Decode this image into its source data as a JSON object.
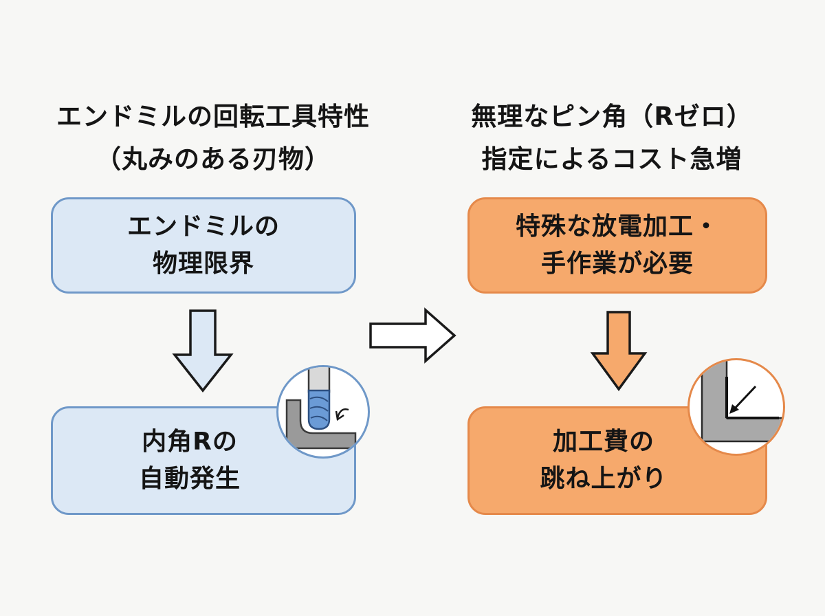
{
  "left": {
    "heading": [
      "エンドミルの回転工具特性",
      "（丸みのある刃物）"
    ],
    "top_box": [
      "エンドミルの",
      "物理限界"
    ],
    "bottom_box": [
      "内角Rの",
      "自動発生"
    ]
  },
  "right": {
    "heading": [
      "無理なピン角（Rゼロ）",
      "指定によるコスト急増"
    ],
    "top_box": [
      "特殊な放電加工・",
      "手作業が必要"
    ],
    "bottom_box": [
      "加工費の",
      "跳ね上がり"
    ]
  },
  "icons": {
    "left_inset": "endmill-corner-icon",
    "right_inset": "sharp-corner-icon"
  },
  "colors": {
    "blue_fill": "#dce8f5",
    "blue_border": "#6f98c8",
    "orange_fill": "#f6a96c",
    "orange_border": "#e5894a"
  }
}
